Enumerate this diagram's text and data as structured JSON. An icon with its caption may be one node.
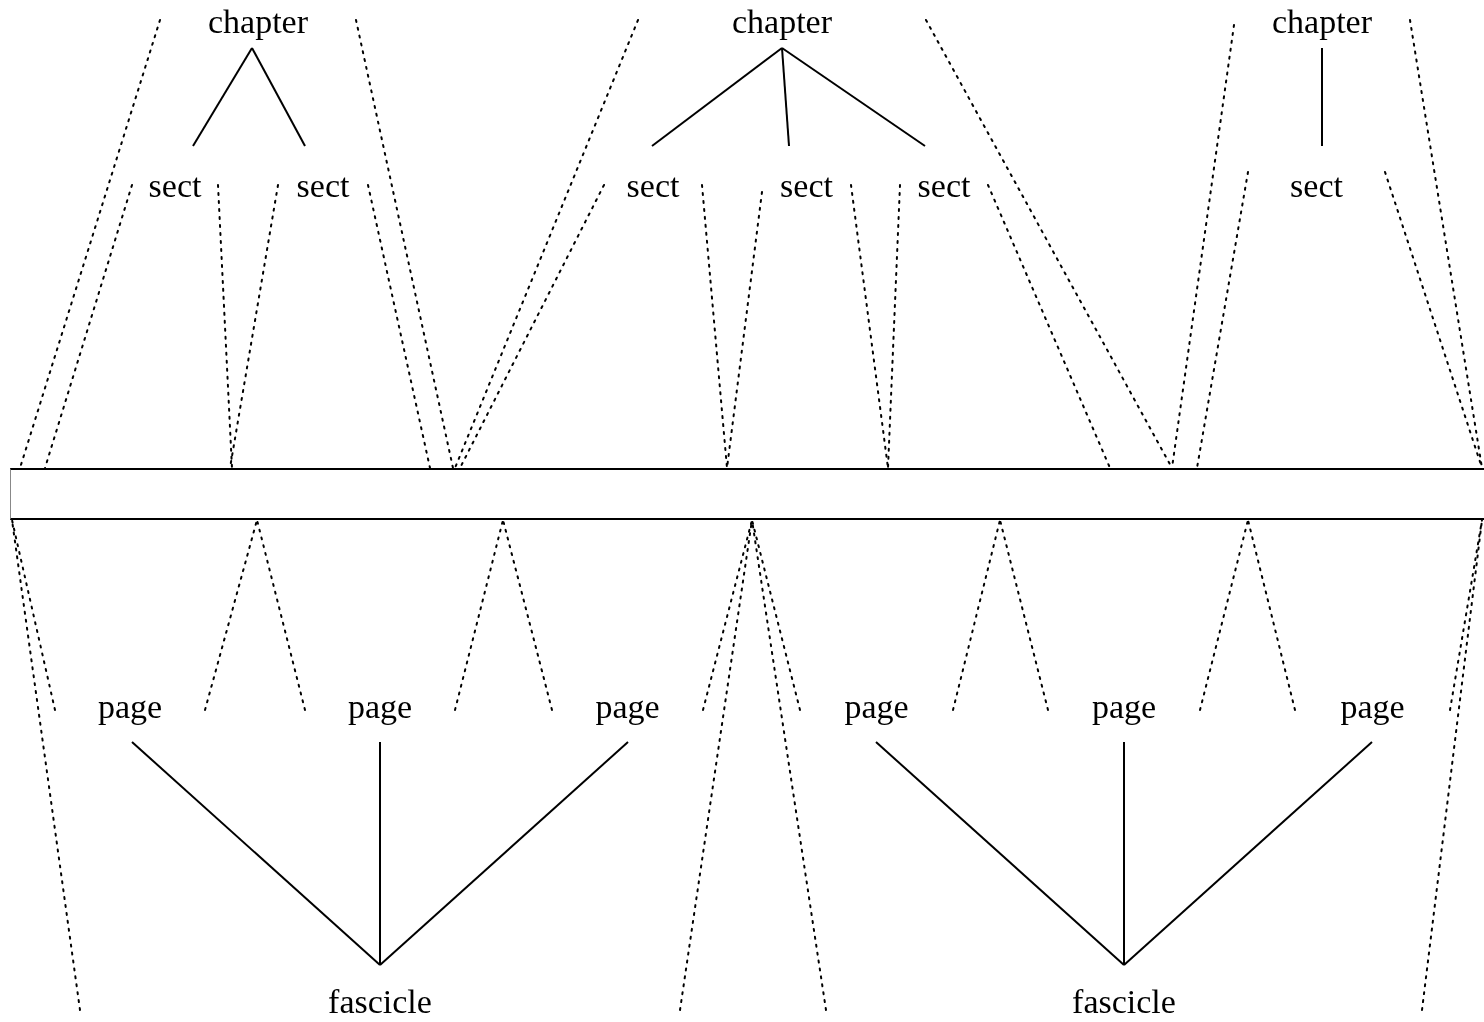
{
  "diagram": {
    "nodes": [
      {
        "text": [
          "chapter"
        ]
      },
      {
        "text": [
          "chapter"
        ]
      },
      {
        "text": [
          "chapter"
        ]
      },
      {
        "text": [
          "sect"
        ]
      },
      {
        "text": [
          "sect"
        ]
      },
      {
        "text": [
          "sect"
        ]
      },
      {
        "text": [
          "sect"
        ]
      },
      {
        "text": [
          "sect"
        ]
      },
      {
        "text": [
          "sect"
        ]
      },
      {
        "text": [],
        "shape": "bar"
      },
      {
        "text": [
          "page"
        ]
      },
      {
        "text": [
          "page"
        ]
      },
      {
        "text": [
          "page"
        ]
      },
      {
        "text": [
          "page"
        ]
      },
      {
        "text": [
          "page"
        ]
      },
      {
        "text": [
          "page"
        ]
      },
      {
        "text": [
          "fascicle"
        ]
      },
      {
        "text": [
          "fascicle"
        ]
      }
    ],
    "edges": [
      {
        "from": 0,
        "to": 3,
        "arrow": "none"
      },
      {
        "from": 0,
        "to": 4,
        "arrow": "none"
      },
      {
        "from": 1,
        "to": 5,
        "arrow": "none"
      },
      {
        "from": 1,
        "to": 6,
        "arrow": "none"
      },
      {
        "from": 1,
        "to": 7,
        "arrow": "none"
      },
      {
        "from": 2,
        "to": 8,
        "arrow": "none"
      },
      {
        "from": 16,
        "to": 10,
        "arrow": "none"
      },
      {
        "from": 16,
        "to": 11,
        "arrow": "none"
      },
      {
        "from": 16,
        "to": 12,
        "arrow": "none"
      },
      {
        "from": 17,
        "to": 13,
        "arrow": "none"
      },
      {
        "from": 17,
        "to": 14,
        "arrow": "none"
      },
      {
        "from": 17,
        "to": 15,
        "arrow": "none"
      },
      {
        "from": 0,
        "to": 9,
        "arrow": "none",
        "style": "dashed"
      },
      {
        "from": 0,
        "to": 9,
        "arrow": "none",
        "style": "dashed"
      },
      {
        "from": 1,
        "to": 9,
        "arrow": "none",
        "style": "dashed"
      },
      {
        "from": 1,
        "to": 9,
        "arrow": "none",
        "style": "dashed"
      },
      {
        "from": 2,
        "to": 9,
        "arrow": "none",
        "style": "dashed"
      },
      {
        "from": 2,
        "to": 9,
        "arrow": "none",
        "style": "dashed"
      },
      {
        "from": 3,
        "to": 9,
        "arrow": "none",
        "style": "dashed"
      },
      {
        "from": 3,
        "to": 9,
        "arrow": "none",
        "style": "dashed"
      },
      {
        "from": 4,
        "to": 9,
        "arrow": "none",
        "style": "dashed"
      },
      {
        "from": 4,
        "to": 9,
        "arrow": "none",
        "style": "dashed"
      },
      {
        "from": 5,
        "to": 9,
        "arrow": "none",
        "style": "dashed"
      },
      {
        "from": 5,
        "to": 9,
        "arrow": "none",
        "style": "dashed"
      },
      {
        "from": 6,
        "to": 9,
        "arrow": "none",
        "style": "dashed"
      },
      {
        "from": 6,
        "to": 9,
        "arrow": "none",
        "style": "dashed"
      },
      {
        "from": 7,
        "to": 9,
        "arrow": "none",
        "style": "dashed"
      },
      {
        "from": 7,
        "to": 9,
        "arrow": "none",
        "style": "dashed"
      },
      {
        "from": 8,
        "to": 9,
        "arrow": "none",
        "style": "dashed"
      },
      {
        "from": 8,
        "to": 9,
        "arrow": "none",
        "style": "dashed"
      },
      {
        "from": 10,
        "to": 9,
        "arrow": "none",
        "style": "dashed"
      },
      {
        "from": 10,
        "to": 9,
        "arrow": "none",
        "style": "dashed"
      },
      {
        "from": 11,
        "to": 9,
        "arrow": "none",
        "style": "dashed"
      },
      {
        "from": 11,
        "to": 9,
        "arrow": "none",
        "style": "dashed"
      },
      {
        "from": 12,
        "to": 9,
        "arrow": "none",
        "style": "dashed"
      },
      {
        "from": 12,
        "to": 9,
        "arrow": "none",
        "style": "dashed"
      },
      {
        "from": 13,
        "to": 9,
        "arrow": "none",
        "style": "dashed"
      },
      {
        "from": 13,
        "to": 9,
        "arrow": "none",
        "style": "dashed"
      },
      {
        "from": 14,
        "to": 9,
        "arrow": "none",
        "style": "dashed"
      },
      {
        "from": 14,
        "to": 9,
        "arrow": "none",
        "style": "dashed"
      },
      {
        "from": 15,
        "to": 9,
        "arrow": "none",
        "style": "dashed"
      },
      {
        "from": 15,
        "to": 9,
        "arrow": "none",
        "style": "dashed"
      },
      {
        "from": null,
        "to": 9,
        "arrow": "none",
        "style": "dashed"
      },
      {
        "from": null,
        "to": 9,
        "arrow": "none",
        "style": "dashed"
      },
      {
        "from": null,
        "to": 9,
        "arrow": "none",
        "style": "dashed"
      },
      {
        "from": null,
        "to": 9,
        "arrow": "none",
        "style": "dashed"
      }
    ]
  }
}
